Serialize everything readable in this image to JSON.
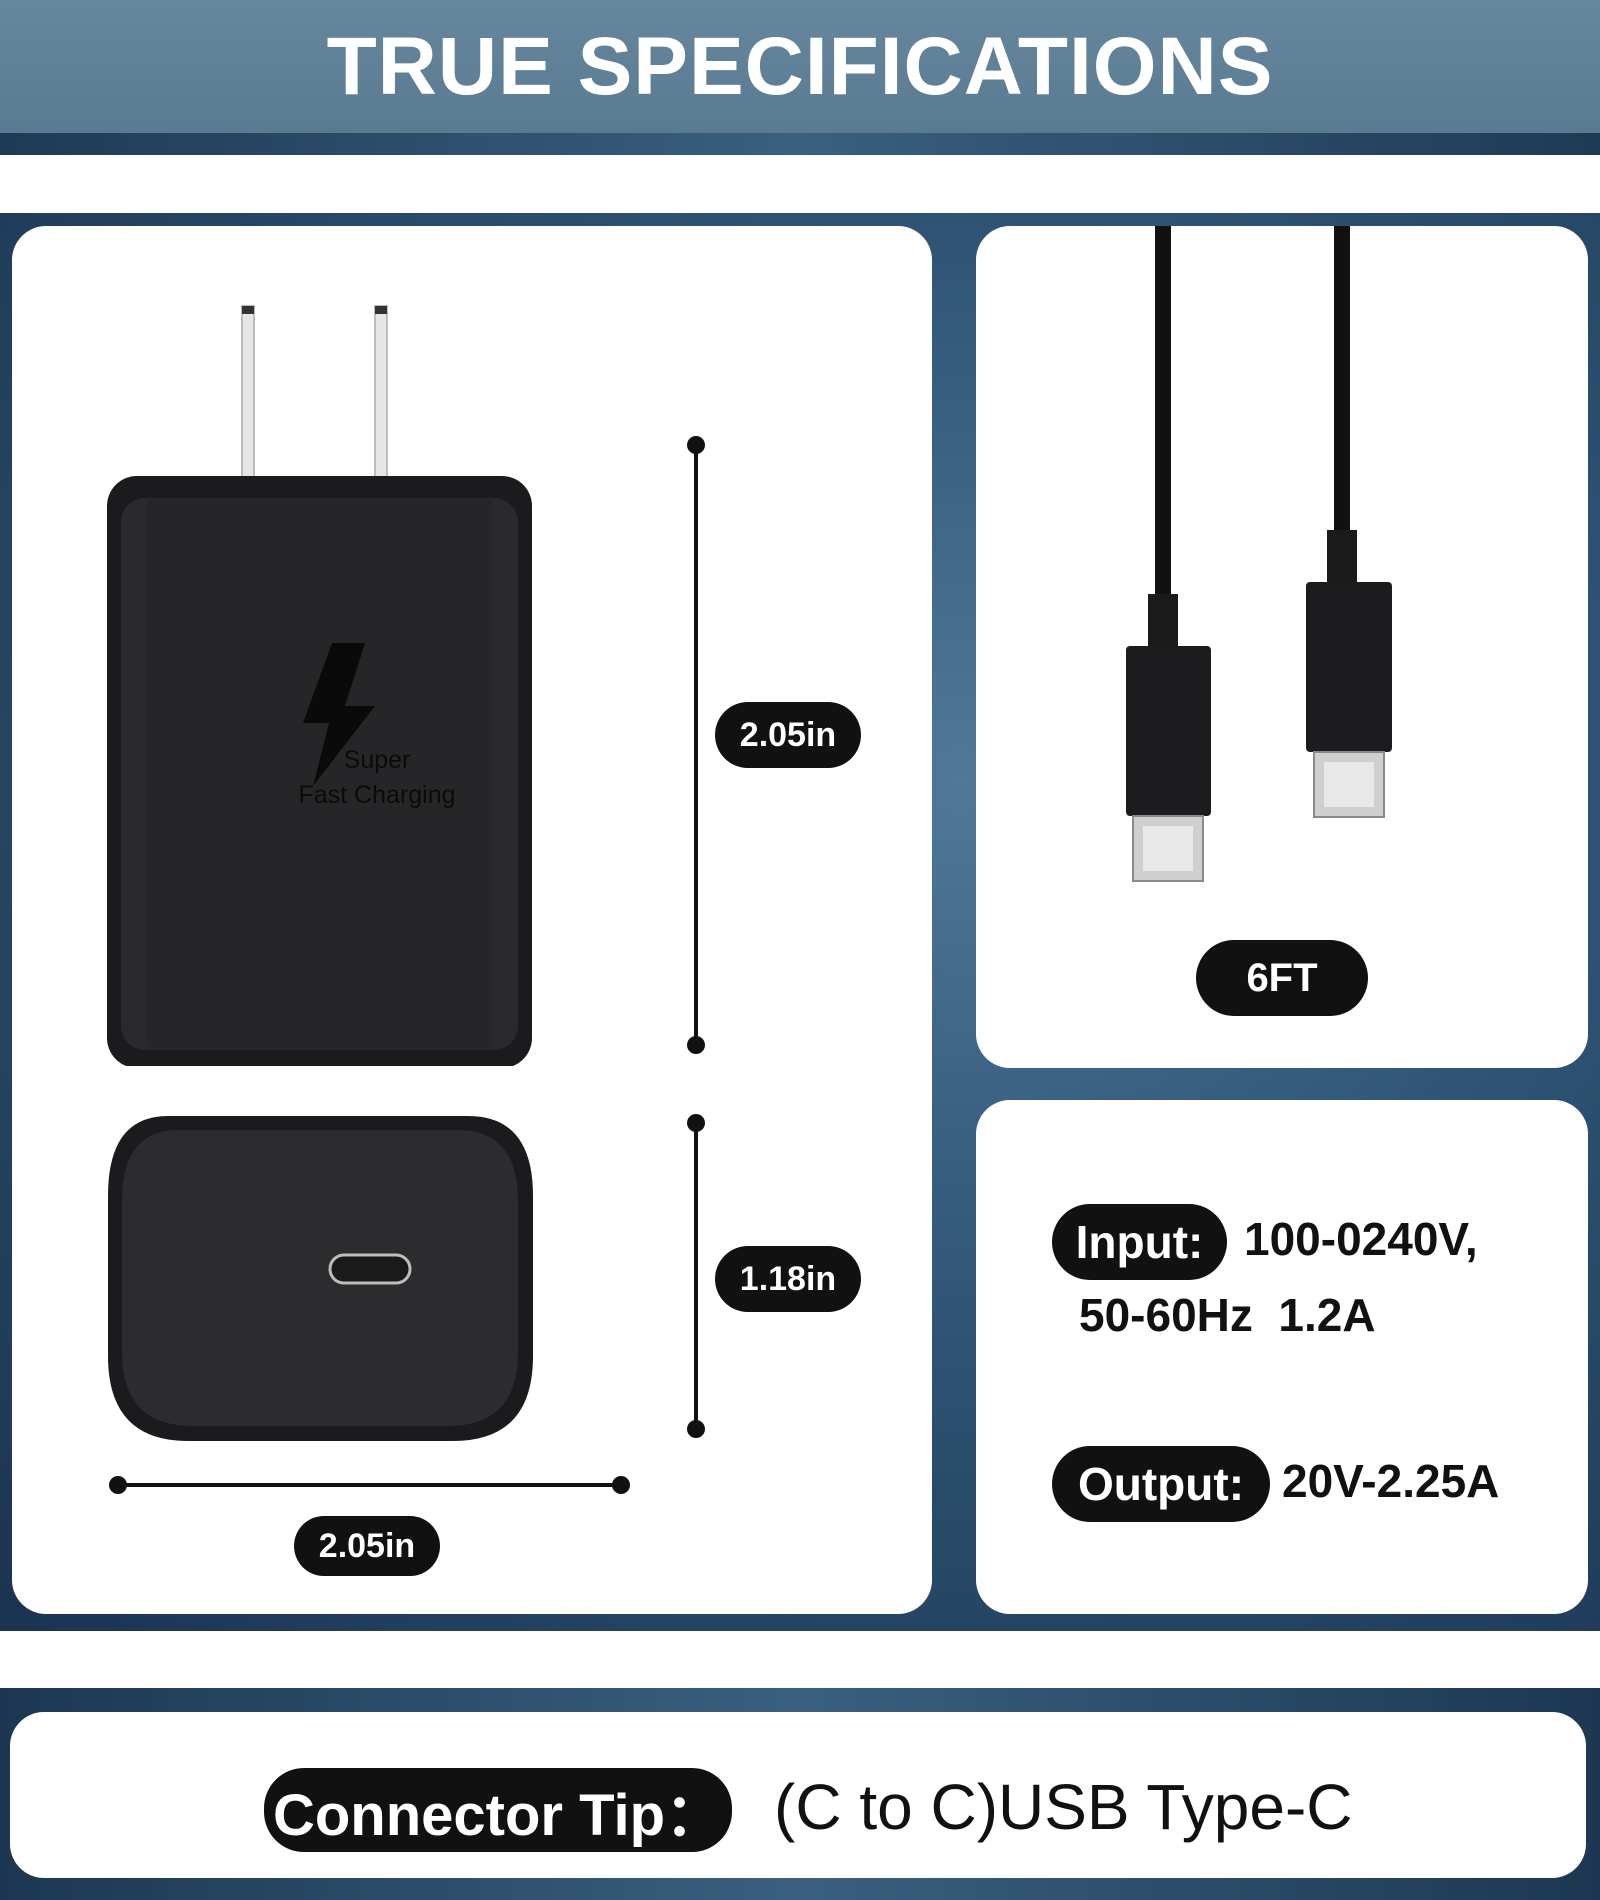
{
  "header": {
    "title": "TRUE SPECIFICATIONS"
  },
  "charger": {
    "label_line1": "Super",
    "label_line2": "Fast Charging",
    "height_label": "2.05in",
    "depth_label": "1.18in",
    "width_label": "2.05in"
  },
  "cable": {
    "length_label": "6FT"
  },
  "specs": {
    "input_label": "Input:",
    "input_value_line1": "100-0240V,",
    "input_value_line2": "50-60Hz  1.2A",
    "output_label": "Output:",
    "output_value": "20V-2.25A"
  },
  "connector": {
    "label": "Connector Tip：",
    "value": "(C to C)USB Type-C"
  },
  "colors": {
    "header": "#67879e",
    "band": "#2f5474",
    "product": "#1c1c1e",
    "pill": "#111111"
  }
}
